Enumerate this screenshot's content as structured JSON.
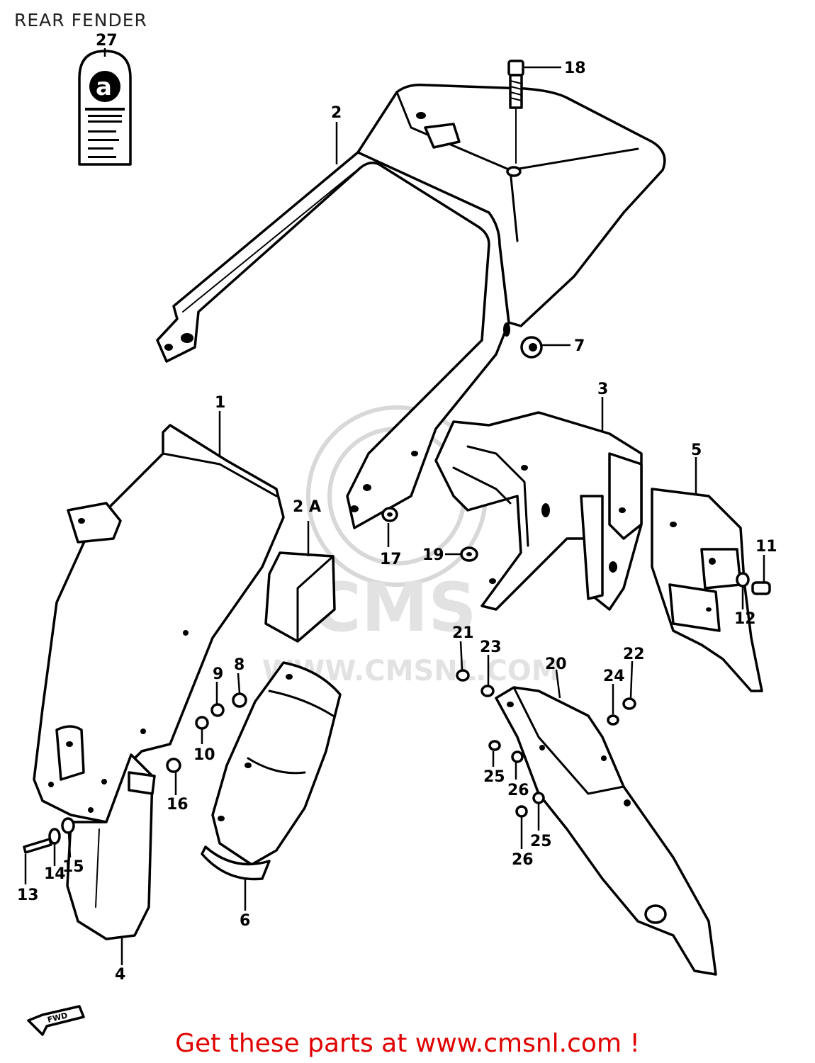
{
  "title": "REAR FENDER",
  "watermark": {
    "logo": "CMS",
    "url": "WWW.CMSNL.COM"
  },
  "footer": "Get these parts at www.cmsnl.com !",
  "fwd_label": "FWD",
  "label_27_text": "a",
  "callouts": {
    "c1": "1",
    "c2": "2",
    "c2a": "2 A",
    "c3": "3",
    "c4": "4",
    "c5": "5",
    "c6": "6",
    "c7": "7",
    "c8": "8",
    "c9": "9",
    "c10": "10",
    "c11": "11",
    "c12": "12",
    "c13": "13",
    "c14": "14",
    "c15": "15",
    "c16": "16",
    "c17": "17",
    "c18": "18",
    "c19": "19",
    "c20": "20",
    "c21": "21",
    "c22": "22",
    "c23": "23",
    "c24": "24",
    "c25a": "25",
    "c25b": "25",
    "c26a": "26",
    "c26b": "26",
    "c27": "27"
  },
  "colors": {
    "footer": "#e00000",
    "line": "#000000",
    "watermark": "#d8d8d8"
  }
}
